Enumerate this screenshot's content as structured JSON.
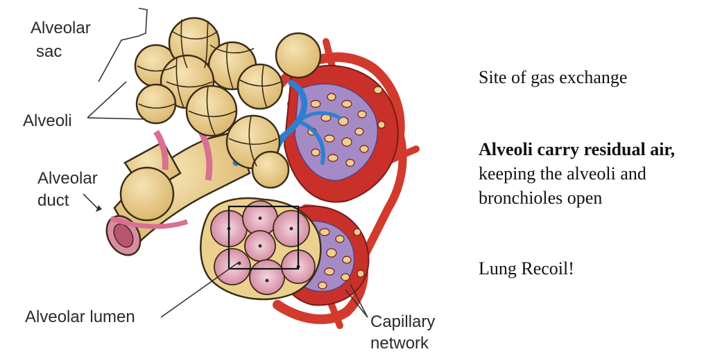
{
  "labels": {
    "alveolar_sac_1": "Alveolar",
    "alveolar_sac_2": "sac",
    "alveoli": "Alveoli",
    "alveolar_duct_1": "Alveolar",
    "alveolar_duct_2": "duct",
    "alveolar_lumen": "Alveolar lumen",
    "capillary_network_1": "Capillary",
    "capillary_network_2": "network"
  },
  "notes": {
    "gas_exchange": "Site of gas exchange",
    "residual_bold": "Alveoli carry residual air,",
    "residual_rest_1": "keeping the alveoli and",
    "residual_rest_2": "bronchioles open",
    "recoil": "Lung Recoil!"
  },
  "colors": {
    "alveolus_fill": "#ecd08e",
    "alveolus_stroke": "#3a2d18",
    "capillary_red": "#d23a2e",
    "vein_blue": "#2f7fd0",
    "lumen_pink": "#d98aa4",
    "purple": "#a58bc6"
  }
}
